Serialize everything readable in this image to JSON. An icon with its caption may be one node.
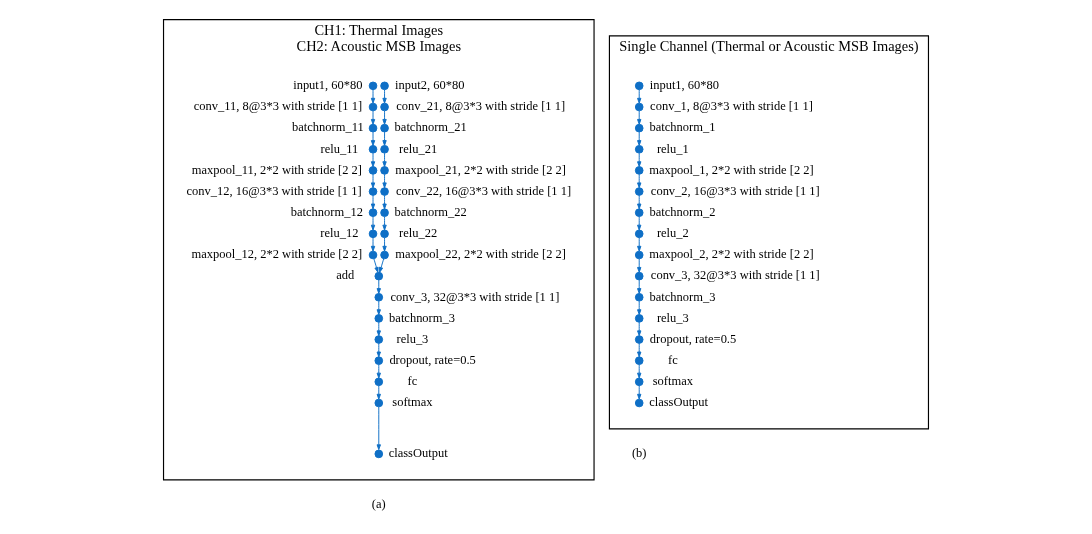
{
  "diagram": {
    "nodes": [
      {
        "text": [
          "CH1: Thermal Images",
          "CH2: Acoustic MSB Images"
        ],
        "beside": [
          "(a)"
        ]
      },
      {
        "text": [],
        "shape": "circle",
        "in": 0,
        "beside": [
          "input1, 60*80"
        ]
      },
      {
        "text": [],
        "shape": "circle",
        "in": 0,
        "beside": [
          "conv_11, 8@3*3 with stride [1 1]"
        ]
      },
      {
        "text": [],
        "shape": "circle",
        "in": 0,
        "beside": [
          "batchnorm_11"
        ]
      },
      {
        "text": [],
        "shape": "circle",
        "in": 0,
        "beside": [
          "relu_11"
        ]
      },
      {
        "text": [],
        "shape": "circle",
        "in": 0,
        "beside": [
          "maxpool_11, 2*2 with stride [2 2]"
        ]
      },
      {
        "text": [],
        "shape": "circle",
        "in": 0,
        "beside": [
          "conv_12, 16@3*3 with stride [1 1]"
        ]
      },
      {
        "text": [],
        "shape": "circle",
        "in": 0,
        "beside": [
          "batchnorm_12"
        ]
      },
      {
        "text": [],
        "shape": "circle",
        "in": 0,
        "beside": [
          "relu_12"
        ]
      },
      {
        "text": [],
        "shape": "circle",
        "in": 0,
        "beside": [
          "maxpool_12, 2*2 with stride [2 2]"
        ]
      },
      {
        "text": [],
        "shape": "circle",
        "in": 0,
        "beside": [
          "input2, 60*80"
        ]
      },
      {
        "text": [],
        "shape": "circle",
        "in": 0,
        "beside": [
          "conv_21, 8@3*3 with stride [1 1]"
        ]
      },
      {
        "text": [],
        "shape": "circle",
        "in": 0,
        "beside": [
          "batchnorm_21"
        ]
      },
      {
        "text": [],
        "shape": "circle",
        "in": 0,
        "beside": [
          "relu_21"
        ]
      },
      {
        "text": [],
        "shape": "circle",
        "in": 0,
        "beside": [
          "maxpool_21, 2*2 with stride [2 2]"
        ]
      },
      {
        "text": [],
        "shape": "circle",
        "in": 0,
        "beside": [
          "conv_22, 16@3*3 with stride [1 1]"
        ]
      },
      {
        "text": [],
        "shape": "circle",
        "in": 0,
        "beside": [
          "batchnorm_22"
        ]
      },
      {
        "text": [],
        "shape": "circle",
        "in": 0,
        "beside": [
          "relu_22"
        ]
      },
      {
        "text": [],
        "shape": "circle",
        "in": 0,
        "beside": [
          "maxpool_22, 2*2 with stride [2 2]"
        ]
      },
      {
        "text": [],
        "shape": "circle",
        "in": 0,
        "beside": [
          "add"
        ]
      },
      {
        "text": [],
        "shape": "circle",
        "in": 0,
        "beside": [
          "conv_3, 32@3*3 with stride [1 1]"
        ]
      },
      {
        "text": [],
        "shape": "circle",
        "in": 0,
        "beside": [
          "batchnorm_3"
        ]
      },
      {
        "text": [],
        "shape": "circle",
        "in": 0,
        "beside": [
          "relu_3"
        ]
      },
      {
        "text": [],
        "shape": "circle",
        "in": 0,
        "beside": [
          "dropout, rate=0.5"
        ]
      },
      {
        "text": [],
        "shape": "circle",
        "in": 0,
        "beside": [
          "fc"
        ]
      },
      {
        "text": [],
        "shape": "circle",
        "in": 0,
        "beside": [
          "softmax"
        ]
      },
      {
        "text": [],
        "shape": "circle",
        "in": 0,
        "beside": [
          "classOutput"
        ]
      },
      {
        "text": [
          "Single Channel (Thermal or Acoustic MSB Images)"
        ],
        "beside": [
          "(b)"
        ]
      },
      {
        "text": [],
        "shape": "circle",
        "in": 27,
        "beside": [
          "input1, 60*80"
        ]
      },
      {
        "text": [],
        "shape": "circle",
        "in": 27,
        "beside": [
          "conv_1, 8@3*3 with stride [1 1]"
        ]
      },
      {
        "text": [],
        "shape": "circle",
        "in": 27,
        "beside": [
          "batchnorm_1"
        ]
      },
      {
        "text": [],
        "shape": "circle",
        "in": 27,
        "beside": [
          "relu_1"
        ]
      },
      {
        "text": [],
        "shape": "circle",
        "in": 27,
        "beside": [
          "maxpool_1, 2*2 with stride [2 2]"
        ]
      },
      {
        "text": [],
        "shape": "circle",
        "in": 27,
        "beside": [
          "conv_2, 16@3*3 with stride [1 1]"
        ]
      },
      {
        "text": [],
        "shape": "circle",
        "in": 27,
        "beside": [
          "batchnorm_2"
        ]
      },
      {
        "text": [],
        "shape": "circle",
        "in": 27,
        "beside": [
          "relu_2"
        ]
      },
      {
        "text": [],
        "shape": "circle",
        "in": 27,
        "beside": [
          "maxpool_2, 2*2 with stride [2 2]"
        ]
      },
      {
        "text": [],
        "shape": "circle",
        "in": 27,
        "beside": [
          "conv_3, 32@3*3 with stride [1 1]"
        ]
      },
      {
        "text": [],
        "shape": "circle",
        "in": 27,
        "beside": [
          "batchnorm_3"
        ]
      },
      {
        "text": [],
        "shape": "circle",
        "in": 27,
        "beside": [
          "relu_3"
        ]
      },
      {
        "text": [],
        "shape": "circle",
        "in": 27,
        "beside": [
          "dropout, rate=0.5"
        ]
      },
      {
        "text": [],
        "shape": "circle",
        "in": 27,
        "beside": [
          "fc"
        ]
      },
      {
        "text": [],
        "shape": "circle",
        "in": 27,
        "beside": [
          "softmax"
        ]
      },
      {
        "text": [],
        "shape": "circle",
        "in": 27,
        "beside": [
          "classOutput"
        ]
      }
    ],
    "edges": [
      {
        "from": 1,
        "to": 2,
        "arrow": "to"
      },
      {
        "from": 2,
        "to": 3,
        "arrow": "to"
      },
      {
        "from": 3,
        "to": 4,
        "arrow": "to"
      },
      {
        "from": 4,
        "to": 5,
        "arrow": "to"
      },
      {
        "from": 5,
        "to": 6,
        "arrow": "to"
      },
      {
        "from": 6,
        "to": 7,
        "arrow": "to"
      },
      {
        "from": 7,
        "to": 8,
        "arrow": "to"
      },
      {
        "from": 8,
        "to": 9,
        "arrow": "to"
      },
      {
        "from": 9,
        "to": 19,
        "arrow": "to"
      },
      {
        "from": 10,
        "to": 11,
        "arrow": "to"
      },
      {
        "from": 11,
        "to": 12,
        "arrow": "to"
      },
      {
        "from": 12,
        "to": 13,
        "arrow": "to"
      },
      {
        "from": 13,
        "to": 14,
        "arrow": "to"
      },
      {
        "from": 14,
        "to": 15,
        "arrow": "to"
      },
      {
        "from": 15,
        "to": 16,
        "arrow": "to"
      },
      {
        "from": 16,
        "to": 17,
        "arrow": "to"
      },
      {
        "from": 17,
        "to": 18,
        "arrow": "to"
      },
      {
        "from": 18,
        "to": 19,
        "arrow": "to"
      },
      {
        "from": 19,
        "to": 20,
        "arrow": "to"
      },
      {
        "from": 20,
        "to": 21,
        "arrow": "to"
      },
      {
        "from": 21,
        "to": 22,
        "arrow": "to"
      },
      {
        "from": 22,
        "to": 23,
        "arrow": "to"
      },
      {
        "from": 23,
        "to": 24,
        "arrow": "to"
      },
      {
        "from": 24,
        "to": 25,
        "arrow": "to"
      },
      {
        "from": 25,
        "to": 26,
        "arrow": "to"
      },
      {
        "from": 28,
        "to": 29,
        "arrow": "to"
      },
      {
        "from": 29,
        "to": 30,
        "arrow": "to"
      },
      {
        "from": 30,
        "to": 31,
        "arrow": "to"
      },
      {
        "from": 31,
        "to": 32,
        "arrow": "to"
      },
      {
        "from": 32,
        "to": 33,
        "arrow": "to"
      },
      {
        "from": 33,
        "to": 34,
        "arrow": "to"
      },
      {
        "from": 34,
        "to": 35,
        "arrow": "to"
      },
      {
        "from": 35,
        "to": 36,
        "arrow": "to"
      },
      {
        "from": 36,
        "to": 37,
        "arrow": "to"
      },
      {
        "from": 37,
        "to": 38,
        "arrow": "to"
      },
      {
        "from": 38,
        "to": 39,
        "arrow": "to"
      },
      {
        "from": 39,
        "to": 40,
        "arrow": "to"
      },
      {
        "from": 40,
        "to": 41,
        "arrow": "to"
      },
      {
        "from": 41,
        "to": 42,
        "arrow": "to"
      },
      {
        "from": 42,
        "to": 43,
        "arrow": "to"
      }
    ]
  }
}
